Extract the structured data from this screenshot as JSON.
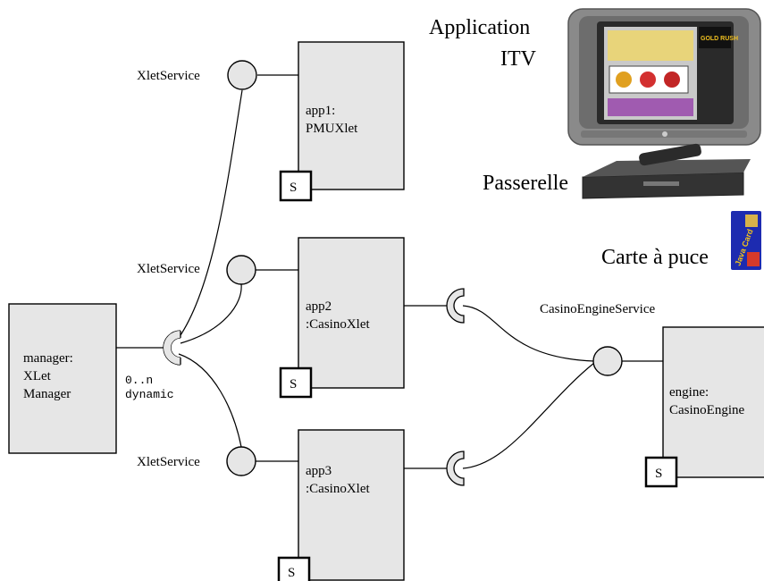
{
  "components": {
    "app1": {
      "line1": "app1:",
      "line2": "PMUXlet",
      "port": "S"
    },
    "app2": {
      "line1": "app2",
      "line2": ":CasinoXlet",
      "port": "S"
    },
    "app3": {
      "line1": "app3",
      "line2": ":CasinoXlet",
      "port": "S"
    },
    "manager": {
      "line1": "manager:",
      "line2": "XLet",
      "line3": "Manager"
    },
    "engine": {
      "line1": "engine:",
      "line2": "CasinoEngine",
      "port": "S"
    }
  },
  "interfaces": {
    "xlet_service_1": "XletService",
    "xlet_service_2": "XletService",
    "xlet_service_3": "XletService",
    "casino_engine_service": "CasinoEngineService"
  },
  "multiplicity": {
    "line1": "0..n",
    "line2": "dynamic"
  },
  "illustrations": {
    "application_line1": "Application",
    "application_line2": "ITV",
    "passerelle": "Passerelle",
    "carte": "Carte à puce",
    "tv_logo": "GOLD RUSH",
    "card_logo": "Java Card"
  },
  "colors": {
    "box_fill": "#e6e6e6",
    "stroke": "#000000",
    "tv_body": "#8a8a8a",
    "screen": "#2a2a2a",
    "card": "#1d2bb0"
  }
}
